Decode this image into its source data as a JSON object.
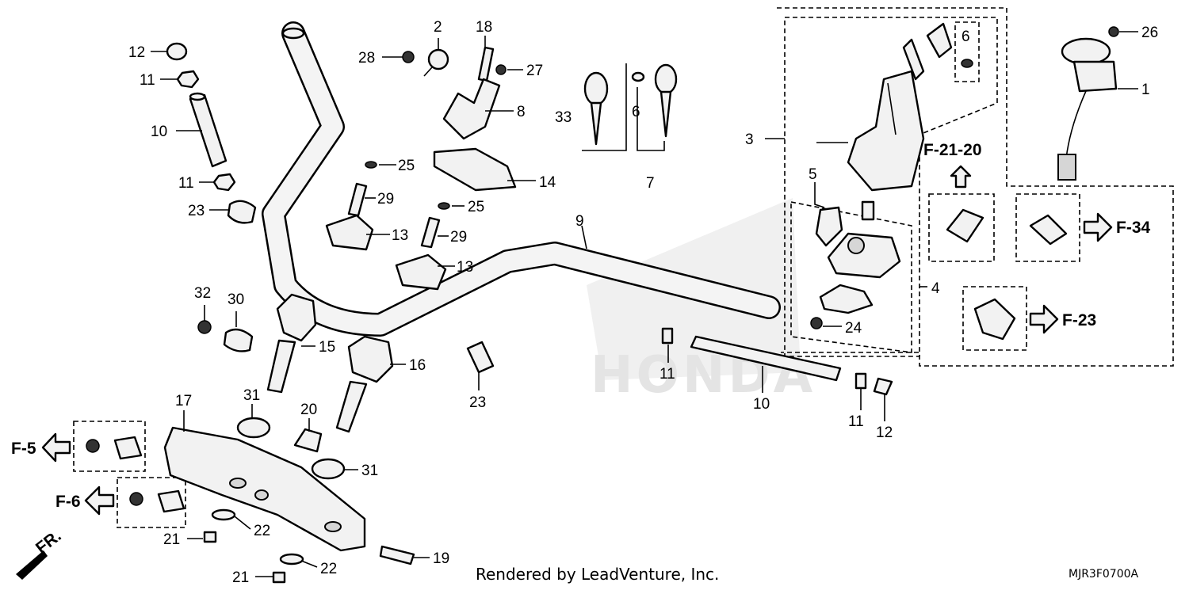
{
  "callouts": {
    "c1": "1",
    "c2": "2",
    "c3": "3",
    "c4": "4",
    "c5": "5",
    "c6a": "6",
    "c6b": "6",
    "c7": "7",
    "c8": "8",
    "c9": "9",
    "c10a": "10",
    "c10b": "10",
    "c11a": "11",
    "c11b": "11",
    "c11c": "11",
    "c11d": "11",
    "c12a": "12",
    "c12b": "12",
    "c13a": "13",
    "c13b": "13",
    "c14": "14",
    "c15": "15",
    "c16": "16",
    "c17": "17",
    "c18": "18",
    "c19": "19",
    "c20": "20",
    "c21a": "21",
    "c21b": "21",
    "c22a": "22",
    "c22b": "22",
    "c23a": "23",
    "c23b": "23",
    "c24": "24",
    "c25a": "25",
    "c25b": "25",
    "c26": "26",
    "c27": "27",
    "c28": "28",
    "c29a": "29",
    "c29b": "29",
    "c30": "30",
    "c31a": "31",
    "c31b": "31",
    "c32": "32",
    "c33": "33"
  },
  "refs": {
    "f2120": "F-21-20",
    "f34": "F-34",
    "f23": "F-23",
    "f5": "F-5",
    "f6": "F-6",
    "fr": "FR."
  },
  "watermark": "HONDA",
  "footer": {
    "rendered_by": "Rendered by LeadVenture, Inc.",
    "code": "MJR3F0700A"
  }
}
